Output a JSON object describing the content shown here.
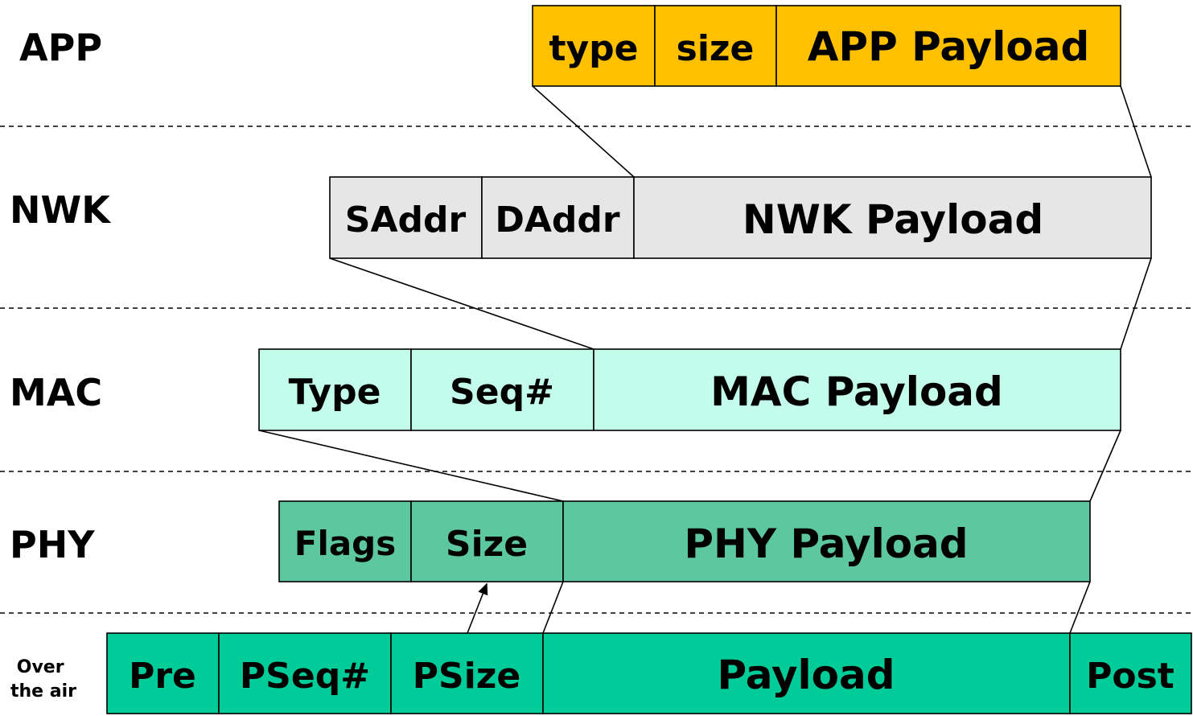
{
  "colors": {
    "app": "#ffc000",
    "nwk": "#e6e6e6",
    "mac": "#c4fcec",
    "phy": "#5dc79f",
    "air": "#00cc9a"
  },
  "layers": [
    {
      "id": "app",
      "label": "APP",
      "fields": [
        "type",
        "size",
        "APP Payload"
      ]
    },
    {
      "id": "nwk",
      "label": "NWK",
      "fields": [
        "SAddr",
        "DAddr",
        "NWK Payload"
      ]
    },
    {
      "id": "mac",
      "label": "MAC",
      "fields": [
        "Type",
        "Seq#",
        "MAC Payload"
      ]
    },
    {
      "id": "phy",
      "label": "PHY",
      "fields": [
        "Flags",
        "Size",
        "PHY Payload"
      ]
    },
    {
      "id": "air",
      "label": "Over the air",
      "label_lines": [
        "Over",
        "the air"
      ],
      "fields": [
        "Pre",
        "PSeq#",
        "PSize",
        "Payload",
        "Post"
      ]
    }
  ]
}
